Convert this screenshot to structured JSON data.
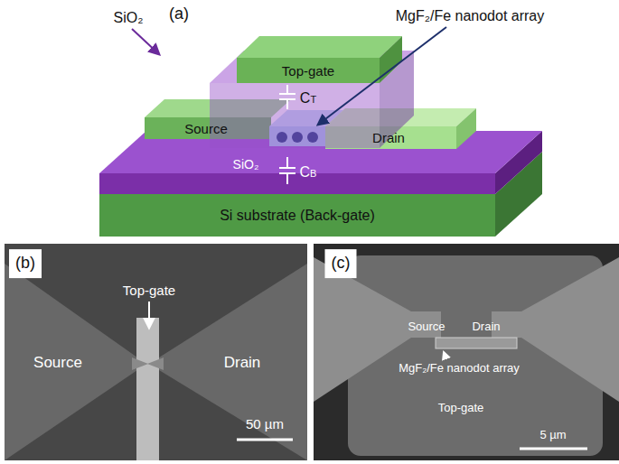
{
  "diagram": {
    "nodes": [
      {
        "text": [
          "Top-gate"
        ]
      },
      {
        "text": [
          "Source"
        ]
      },
      {
        "text": [
          "Drain"
        ]
      },
      {
        "text": [
          "Si substrate (Back-gate)"
        ]
      }
    ],
    "labels": [
      "(a)",
      "SiO₂",
      "MgF₂/Fe nanodot array",
      "CT",
      "SiO₂",
      "CB",
      "(b)",
      "Top-gate",
      "Source",
      "Drain",
      "50 µm",
      "(c)",
      "Source",
      "Drain",
      "MgF₂/Fe nanodot array",
      "Top-gate",
      "5 µm"
    ]
  }
}
